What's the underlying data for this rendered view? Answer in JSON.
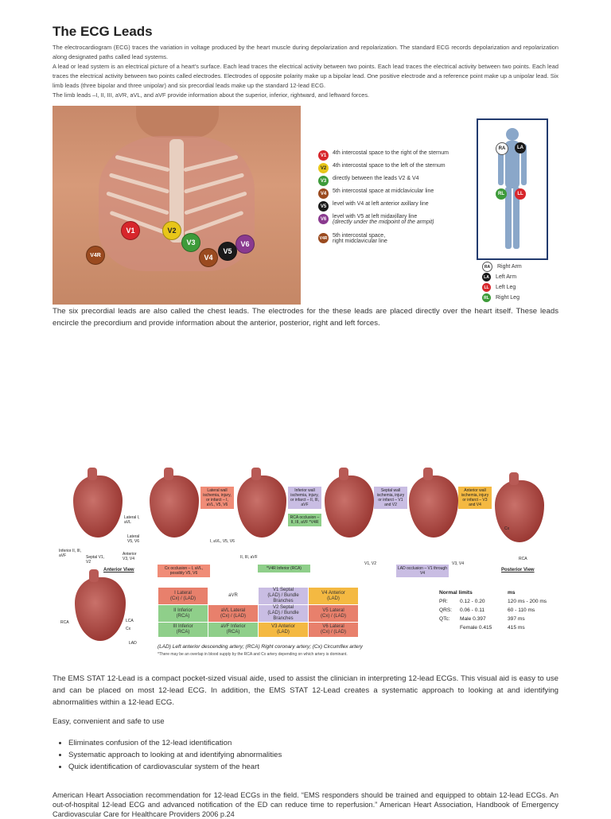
{
  "title": "The ECG Leads",
  "intro": {
    "p1": "The electrocardiogram (ECG) traces the variation in voltage produced by the heart muscle during depolarization and repolarization. The standard ECG records depolarization and repolarization along designated paths called lead systems.",
    "p2": "A lead or lead system is an electrical picture of a heart's surface. Each lead traces the electrical activity between two points. Each lead traces the electrical activity between two points. Each lead traces the electrical activity between two points called electrodes. Electrodes of opposite polarity make up a bipolar lead. One positive electrode and a reference point make up a unipolar lead. Six limb leads (three bipolar and three unipolar) and six precordial leads make up the standard 12-lead ECG.",
    "p3": "The limb leads –I, II, III, aVR, aVL, and aVF provide information about the superior, inferior, rightward, and leftward forces."
  },
  "precordial_figure": {
    "electrodes": [
      "V1",
      "V2",
      "V3",
      "V4",
      "V5",
      "V6",
      "V4R"
    ],
    "legend": [
      {
        "lead": "V1",
        "text": "4th intercostal space to the right of the sternum",
        "color": "#d7262b"
      },
      {
        "lead": "V2",
        "text": "4th intercostal space to the left of the sternum",
        "color": "#e8c619"
      },
      {
        "lead": "V3",
        "text": "directly between the leads V2 & V4",
        "color": "#3e9b3a"
      },
      {
        "lead": "V4",
        "text": "5th intercostal space at midclavicular line",
        "color": "#9a4a1f"
      },
      {
        "lead": "V5",
        "text": "level with V4 at left anterior axillary line",
        "color": "#1a1a1a"
      },
      {
        "lead": "V6",
        "text": "level with V5 at left midaxillary line",
        "subtext": "(directly under the midpoint of the armpit)",
        "color": "#8a3a8f"
      },
      {
        "lead": "V4R",
        "text": "5th intercostal space,",
        "subtext": "right midclavicular line",
        "color": "#9a4a1f"
      }
    ],
    "limb_legend": [
      {
        "code": "RA",
        "text": "Right Arm",
        "color": "#ffffff"
      },
      {
        "code": "LA",
        "text": "Left Arm",
        "color": "#1a1a1a"
      },
      {
        "code": "LL",
        "text": "Left Leg",
        "color": "#d7262b"
      },
      {
        "code": "RL",
        "text": "Right Leg",
        "color": "#3e9b3a"
      }
    ]
  },
  "para_chest": "The six precordial leads are also called the chest leads. The electrodes for the these leads are placed directly over the heart itself. These leads encircle the precordium and provide information about the anterior, posterior, right and left forces.",
  "heart_figure": {
    "tags": {
      "lateral": "Lateral wall ischemia, injury, or infarct – I, aVL, V5, V6",
      "inferior": "Inferior wall ischemia, injury, or infarct – II, III, aVF",
      "rca_occ": "RCA occlusion – II, III, aVF *V4R",
      "septal": "Septal wall ischemia, injury or infarct – V1 and V2",
      "anterior": "Anterior wall ischemia, injury or infarct – V3 and V4",
      "cx_occ": "Cx occlusion – I, aVL, possibly V5, V6",
      "v4r_inf": "*V4R Inferior (RCA)",
      "lad_occ": "LAD occlusion – V1 through V4",
      "anterior_view": "Anterior View",
      "posterior_view": "Posterior View",
      "small": [
        "Lateral I, aVL",
        "Lateral V5, V6",
        "Inferior II, III, aVF",
        "Septal V1, V2",
        "Anterior V3, V4",
        "I, aVL, V5, V6",
        "II, III, aVF",
        "V1, V2",
        "V3, V4",
        "Cx",
        "RCA",
        "LCA",
        "Cx",
        "LAD",
        "RCA"
      ]
    },
    "table": [
      [
        {
          "t": "I Lateral\n(Cx) / (LAD)",
          "c": "#e8806c"
        },
        {
          "t": "aVR",
          "c": "#ffffff"
        },
        {
          "t": "V1 Septal\n(LAD) / Bundle Branches",
          "c": "#c9bde3"
        },
        {
          "t": "V4 Anterior\n(LAD)",
          "c": "#f4b942"
        }
      ],
      [
        {
          "t": "II Inferior\n(RCA)",
          "c": "#8fcf8a"
        },
        {
          "t": "aVL Lateral\n(Cx) / (LAD)",
          "c": "#e8806c"
        },
        {
          "t": "V2 Septal\n(LAD) / Bundle Branches",
          "c": "#c9bde3"
        },
        {
          "t": "V5 Lateral\n(Cx) / (LAD)",
          "c": "#e8806c"
        }
      ],
      [
        {
          "t": "III Inferior\n(RCA)",
          "c": "#8fcf8a"
        },
        {
          "t": "aVF Inferior\n(RCA)",
          "c": "#8fcf8a"
        },
        {
          "t": "V3 Anterior\n(LAD)",
          "c": "#f4b942"
        },
        {
          "t": "V6 Lateral\n(Cx) / (LAD)",
          "c": "#e8806c"
        }
      ]
    ],
    "normal_limits": {
      "header": [
        "Normal limits",
        "ms"
      ],
      "rows": [
        [
          "PR:",
          "0.12 - 0.20",
          "120 ms - 200 ms"
        ],
        [
          "QRS:",
          "0.06 - 0.11",
          "60 - 110 ms"
        ],
        [
          "QTc:",
          "Male 0.397",
          "397 ms"
        ],
        [
          "",
          "Female 0.415",
          "415 ms"
        ]
      ]
    },
    "footnote": "(LAD) Left anterior descending artery; (RCA) Right coronary artery; (Cx) Circumflex artery",
    "footnote2": "*There may be an overlap in blood supply by the RCA and Cx artery depending on which artery is dominant."
  },
  "para_ems": "The EMS STAT 12-Lead is a compact pocket-sized visual aide, used to assist the clinician in interpreting 12-lead ECGs. This visual aid is easy to use and can be placed on most 12-lead ECG. In addition, the EMS STAT 12-Lead creates a systematic approach to looking at and identifying abnormalities within a 12-lead ECG.",
  "para_easy": "Easy, convenient and safe to use",
  "features": [
    "Eliminates confusion of the 12-lead identification",
    "Systematic approach to looking at and identifying abnormalities",
    "Quick identification of cardiovascular system of the heart"
  ],
  "para_aha": "American Heart Association recommendation for 12-lead ECGs in the field. “EMS responders should be trained and equipped to obtain 12-lead ECGs. An out-of-hospital 12-lead ECG and advanced notification of the ED can reduce time to reperfusion.” American Heart Association, Handbook of Emergency Cardiovascular Care for Healthcare Providers 2006 p.24"
}
